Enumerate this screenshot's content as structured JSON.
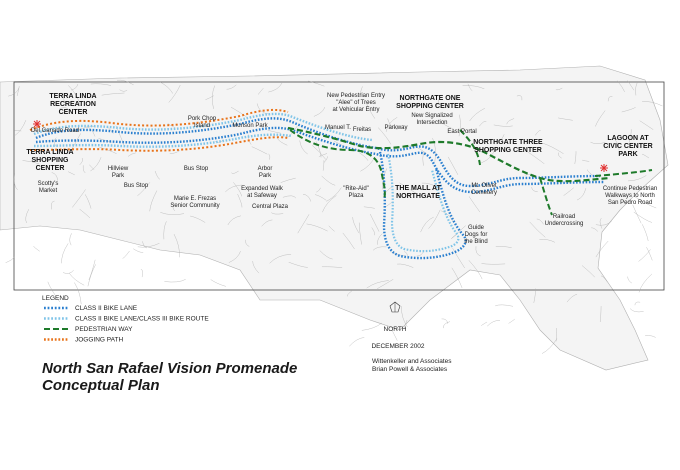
{
  "map": {
    "labels": [
      {
        "id": "terra-linda-recreation-center",
        "lines": [
          "TERRA LINDA",
          "RECREATION",
          "CENTER"
        ],
        "bold": true
      },
      {
        "id": "terra-linda-shopping-center",
        "lines": [
          "TERRA LINDA",
          "SHOPPING",
          "CENTER"
        ],
        "bold": true
      },
      {
        "id": "scottys-market",
        "lines": [
          "Scotty's",
          "Market"
        ],
        "bold": false
      },
      {
        "id": "hillview-park",
        "lines": [
          "Hillview",
          "Park"
        ],
        "bold": false
      },
      {
        "id": "bus-stop-west",
        "lines": [
          "Bus Stop"
        ],
        "bold": false
      },
      {
        "id": "pork-chop-island",
        "lines": [
          "Pork Chop",
          "Island"
        ],
        "bold": false
      },
      {
        "id": "bus-stop-east",
        "lines": [
          "Bus Stop"
        ],
        "bold": false
      },
      {
        "id": "munson-park",
        "lines": [
          "Munson Park"
        ],
        "bold": false
      },
      {
        "id": "marie-frezas",
        "lines": [
          "Marie E. Frezas",
          "Senior Community"
        ],
        "bold": false
      },
      {
        "id": "arbor-park",
        "lines": [
          "Arbor",
          "Park"
        ],
        "bold": false
      },
      {
        "id": "expanded-walk",
        "lines": [
          "Expanded Walk",
          "at Safeway"
        ],
        "bold": false
      },
      {
        "id": "central-plaza",
        "lines": [
          "Central Plaza"
        ],
        "bold": false
      },
      {
        "id": "new-pedestrian-entry",
        "lines": [
          "New Pedestrian Entry",
          "\"Alee\" of Trees",
          "at Vehicular Entry"
        ],
        "bold": false
      },
      {
        "id": "northgate-one",
        "lines": [
          "NORTHGATE ONE",
          "SHOPPING CENTER"
        ],
        "bold": true
      },
      {
        "id": "new-signalized",
        "lines": [
          "New Signalized",
          "Intersection"
        ],
        "bold": false
      },
      {
        "id": "east-portal",
        "lines": [
          "East Portal"
        ],
        "bold": false
      },
      {
        "id": "northgate-three",
        "lines": [
          "NORTHGATE THREE",
          "SHOPPING CENTER"
        ],
        "bold": true
      },
      {
        "id": "rite-aid-plaza",
        "lines": [
          "\"Rite-Aid\"",
          "Plaza"
        ],
        "bold": false
      },
      {
        "id": "mall-at-northgate",
        "lines": [
          "THE MALL AT",
          "NORTHGATE"
        ],
        "bold": true
      },
      {
        "id": "mt-olivet",
        "lines": [
          "Mt. Olivet",
          "Cemetery"
        ],
        "bold": false
      },
      {
        "id": "guide-dogs",
        "lines": [
          "Guide",
          "Dogs for",
          "the Blind"
        ],
        "bold": false
      },
      {
        "id": "railroad-undercrossing",
        "lines": [
          "Railroad",
          "Undercrossing"
        ],
        "bold": false
      },
      {
        "id": "lagoon",
        "lines": [
          "LAGOON AT",
          "CIVIC CENTER",
          "PARK"
        ],
        "bold": true
      },
      {
        "id": "continue-pedestrian",
        "lines": [
          "Continue Pedestrian",
          "Walkways to North",
          "San Pedro Road"
        ],
        "bold": false
      }
    ],
    "street_labels": {
      "del_ganado": "Del Ganado Road",
      "manuel_t": "Manuel T.",
      "freitas": "Freitas",
      "parkway": "Parkway"
    }
  },
  "legend": {
    "title": "LEGEND",
    "items": [
      {
        "label": "CLASS II BIKE LANE",
        "color": "#2a7fcf"
      },
      {
        "label": "CLASS II BIKE LANE/CLASS III BIKE ROUTE",
        "color": "#7fc4e8"
      },
      {
        "label": "PEDESTRIAN WAY",
        "color": "#1e7a2a"
      },
      {
        "label": "JOGGING PATH",
        "color": "#e8731a"
      }
    ]
  },
  "north_arrow": {
    "label": "NORTH"
  },
  "date": "DECEMBER 2002",
  "credits": [
    "Wittenkeller and Associates",
    "Brian Powell & Associates"
  ],
  "title": [
    "North San Rafael Vision Promenade",
    "Conceptual Plan"
  ],
  "colors": {
    "bike_lane": "#2a7fcf",
    "bike_route": "#7fc4e8",
    "pedestrian": "#1e7a2a",
    "jogging": "#e8731a",
    "marker": "#e03030",
    "map_lines": "#9a9a9a"
  }
}
